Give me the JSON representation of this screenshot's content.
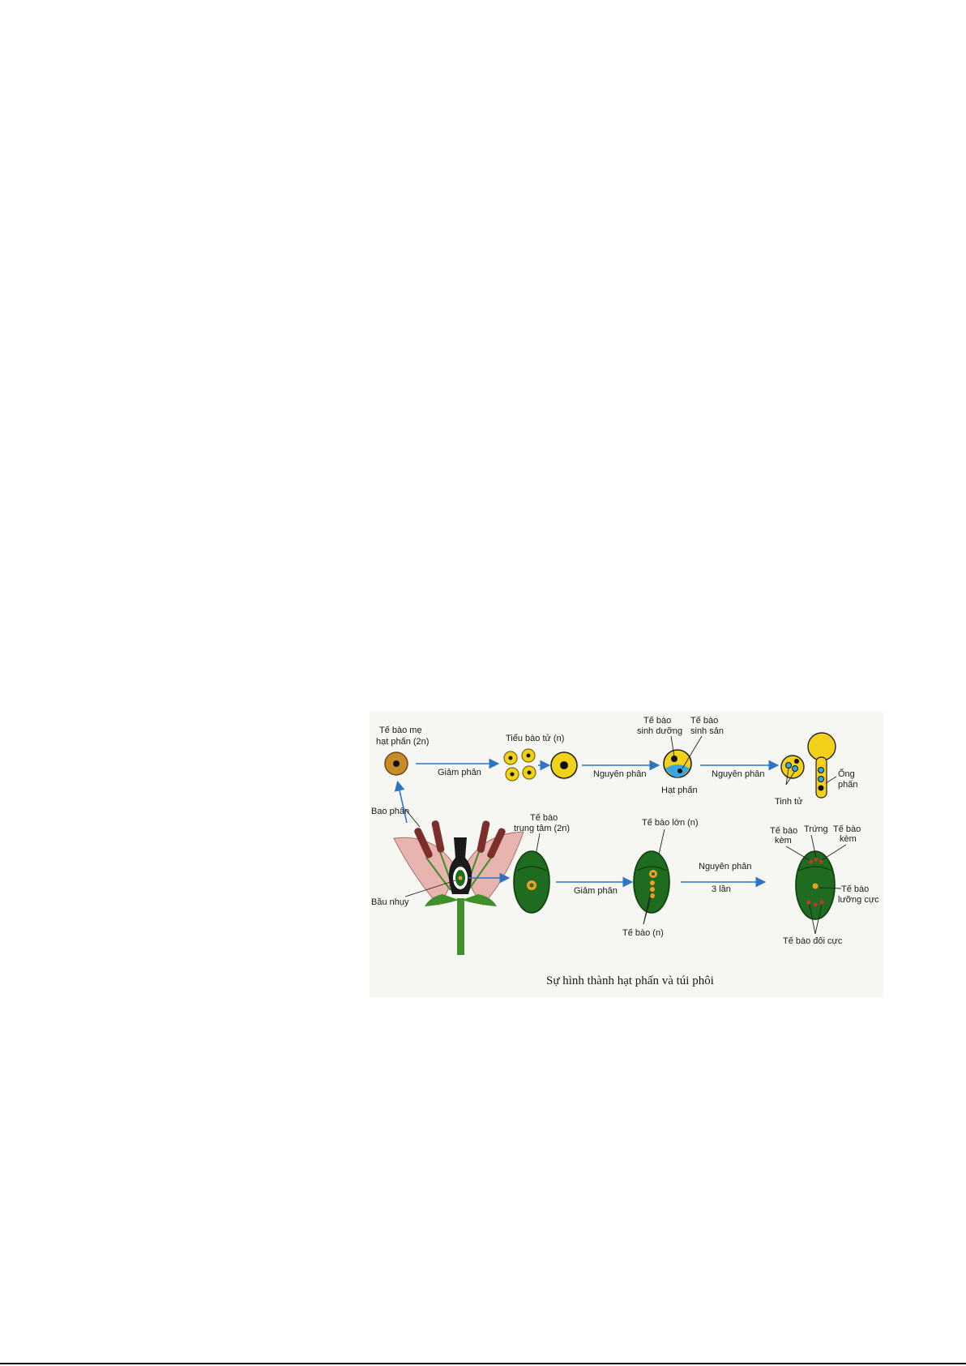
{
  "figure": {
    "caption": "Sự hình thành hạt phấn và túi phôi",
    "labels": {
      "pollen_mother_cell": [
        "Tế bào mẹ",
        "hạt phấn (2n)"
      ],
      "microspore": "Tiểu bào tử (n)",
      "meiosis": "Giảm phân",
      "mitosis": "Nguyên phân",
      "vegetative_cell": [
        "Tế bào",
        "sinh dưỡng"
      ],
      "generative_cell": [
        "Tế bào",
        "sinh sản"
      ],
      "pollen_grain": "Hạt phấn",
      "sperm": "Tinh tử",
      "pollen_tube": [
        "Ống",
        "phấn"
      ],
      "anther": "Bao phấn",
      "ovary": "Bầu nhụy",
      "central_cell": [
        "Tế bào",
        "trung tâm (2n)"
      ],
      "large_cell": "Tế bào lớn (n)",
      "cells_n": "Tế bào (n)",
      "mitosis_3x": [
        "Nguyên phân",
        "3 lần"
      ],
      "synergid_left": [
        "Tế bào",
        "kèm"
      ],
      "egg": "Trứng",
      "synergid_right": [
        "Tế bào",
        "kèm"
      ],
      "polar_cell": [
        "Tế bào",
        "lưỡng cực"
      ],
      "antipodal": "Tế bào đối cực"
    },
    "colors": {
      "arrow": "#2f74c0",
      "pollen_yellow": "#f2d11a",
      "mother_cell": "#c98a2a",
      "green_sac": "#1f6b1f",
      "petal": "#e8b4b0",
      "anther": "#7a2f2a",
      "nucleus_blue": "#3aa6e0"
    }
  }
}
